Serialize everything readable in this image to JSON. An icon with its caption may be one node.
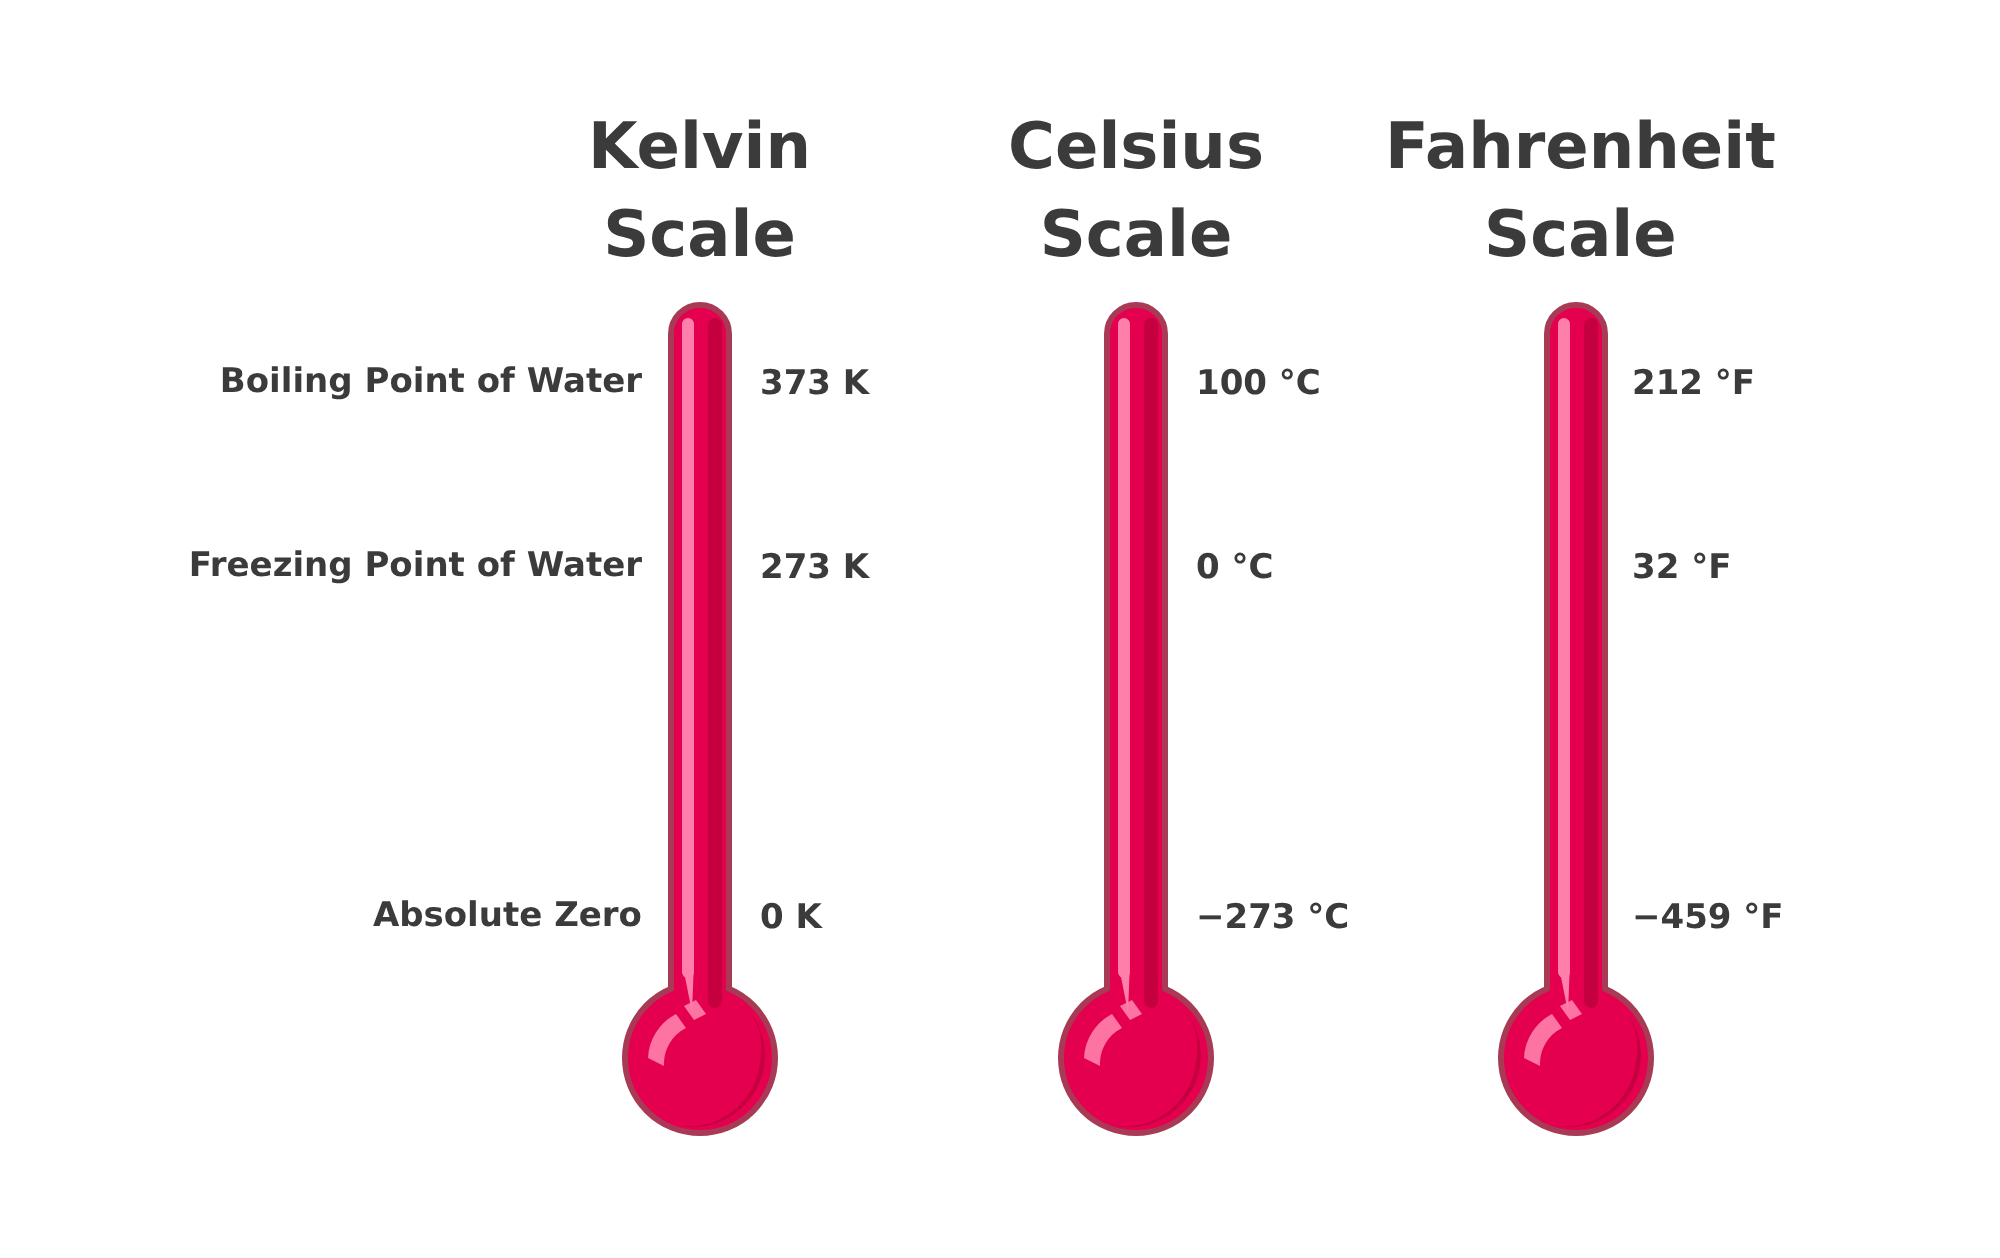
{
  "diagram": {
    "labels": [
      "Kelvin Scale",
      "Celsius Scale",
      "Fahrenheit Scale",
      "Boiling Point of Water",
      "373 K",
      "100 °C",
      "212 °F",
      "Freezing Point of Water",
      "273 K",
      "0 °C",
      "32 °F",
      "Absolute Zero",
      "0 K",
      "−273 °C",
      "−459 °F"
    ]
  }
}
